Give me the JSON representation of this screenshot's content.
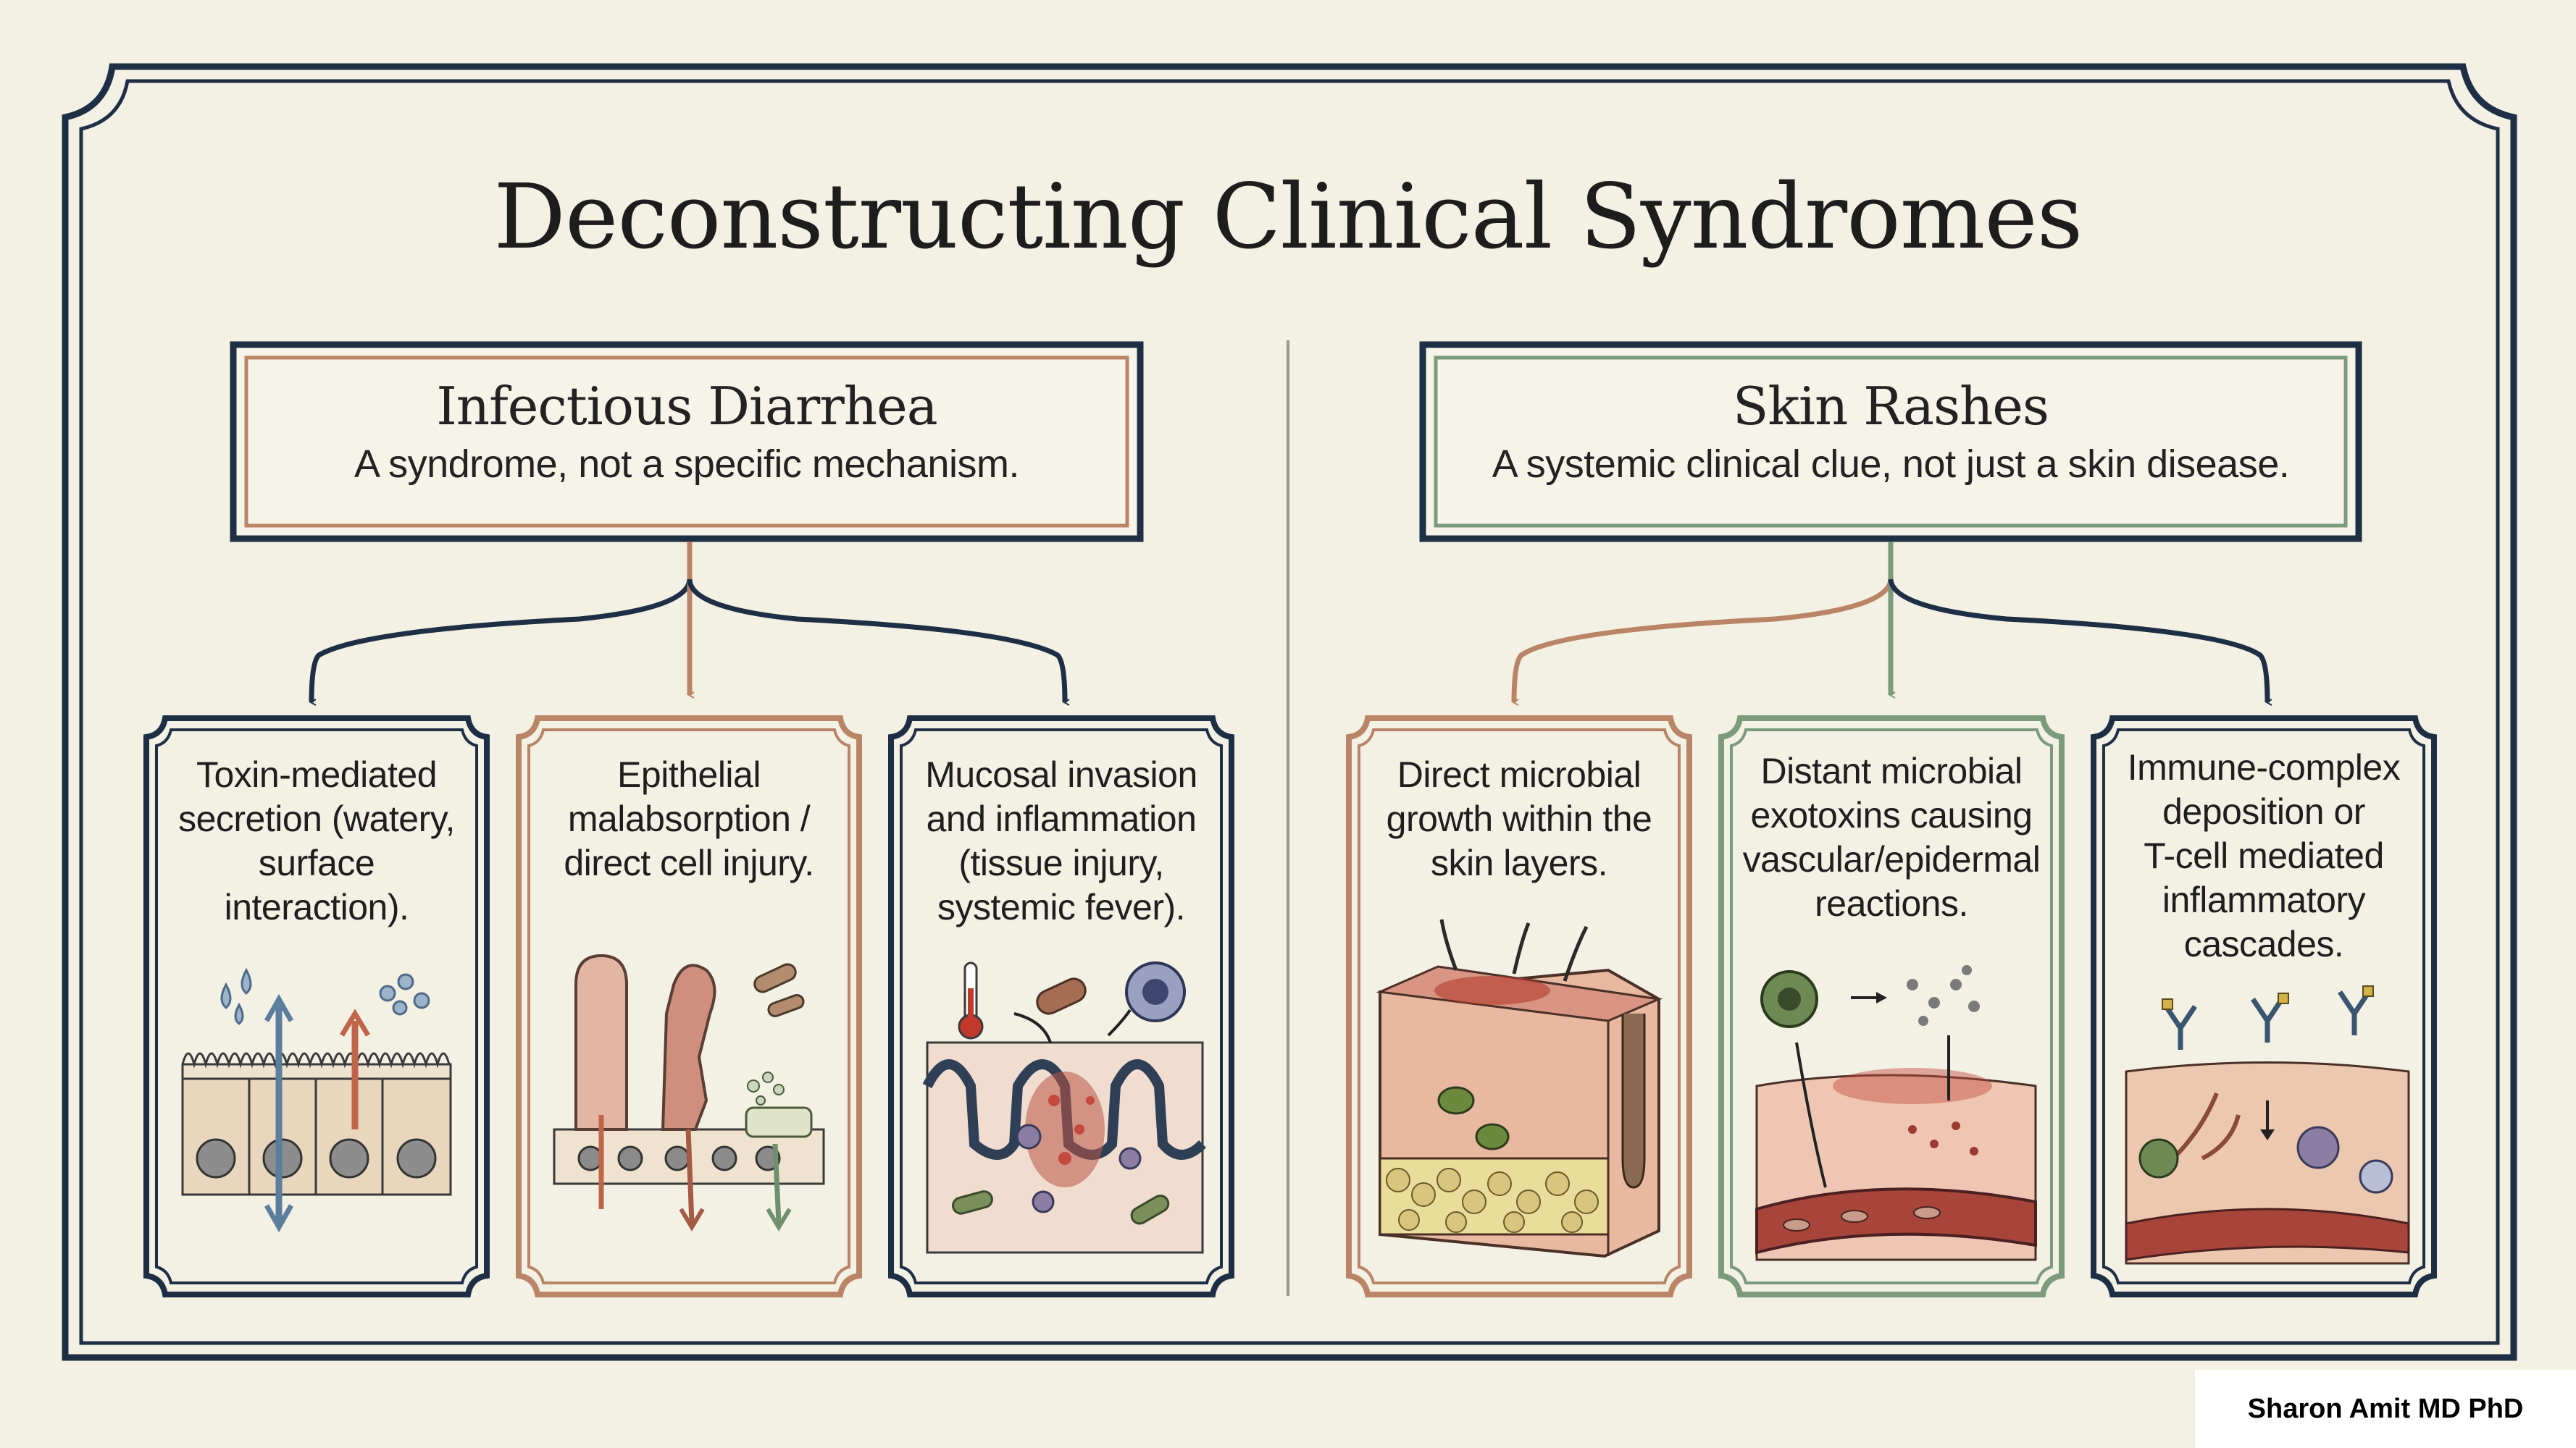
{
  "title": "Deconstructing Clinical Syndromes",
  "colors": {
    "navy": "#1e2f45",
    "tan": "#b98566",
    "sage": "#7c9a7c",
    "paper": "#f3f0e4",
    "tissue_pink": "#e9b9a8",
    "blood_red": "#9b3b34"
  },
  "sections": [
    {
      "header": {
        "title": "Infectious Diarrhea",
        "subtitle": "A syndrome, not a specific mechanism."
      },
      "panels": [
        {
          "lines": [
            "Toxin-mediated",
            "secretion (watery,",
            "surface",
            "interaction)."
          ],
          "icon": "villi-toxin-secretion-icon"
        },
        {
          "lines": [
            "Epithelial",
            "malabsorption /",
            "direct cell injury."
          ],
          "icon": "villi-injury-icon"
        },
        {
          "lines": [
            "Mucosal invasion",
            "and inflammation",
            "(tissue injury,",
            "systemic fever)."
          ],
          "icon": "mucosal-invasion-icon"
        }
      ]
    },
    {
      "header": {
        "title": "Skin Rashes",
        "subtitle": "A systemic clinical clue, not just a skin disease."
      },
      "panels": [
        {
          "lines": [
            "Direct microbial",
            "growth within the",
            "skin layers."
          ],
          "icon": "skin-block-icon"
        },
        {
          "lines": [
            "Distant microbial",
            "exotoxins causing",
            "vascular/epidermal",
            "reactions."
          ],
          "icon": "exotoxin-vessel-icon"
        },
        {
          "lines": [
            "Immune-complex",
            "deposition or",
            "T-cell mediated",
            "inflammatory",
            "cascades."
          ],
          "icon": "immune-complex-icon"
        }
      ]
    }
  ],
  "credit": "Sharon Amit MD PhD"
}
